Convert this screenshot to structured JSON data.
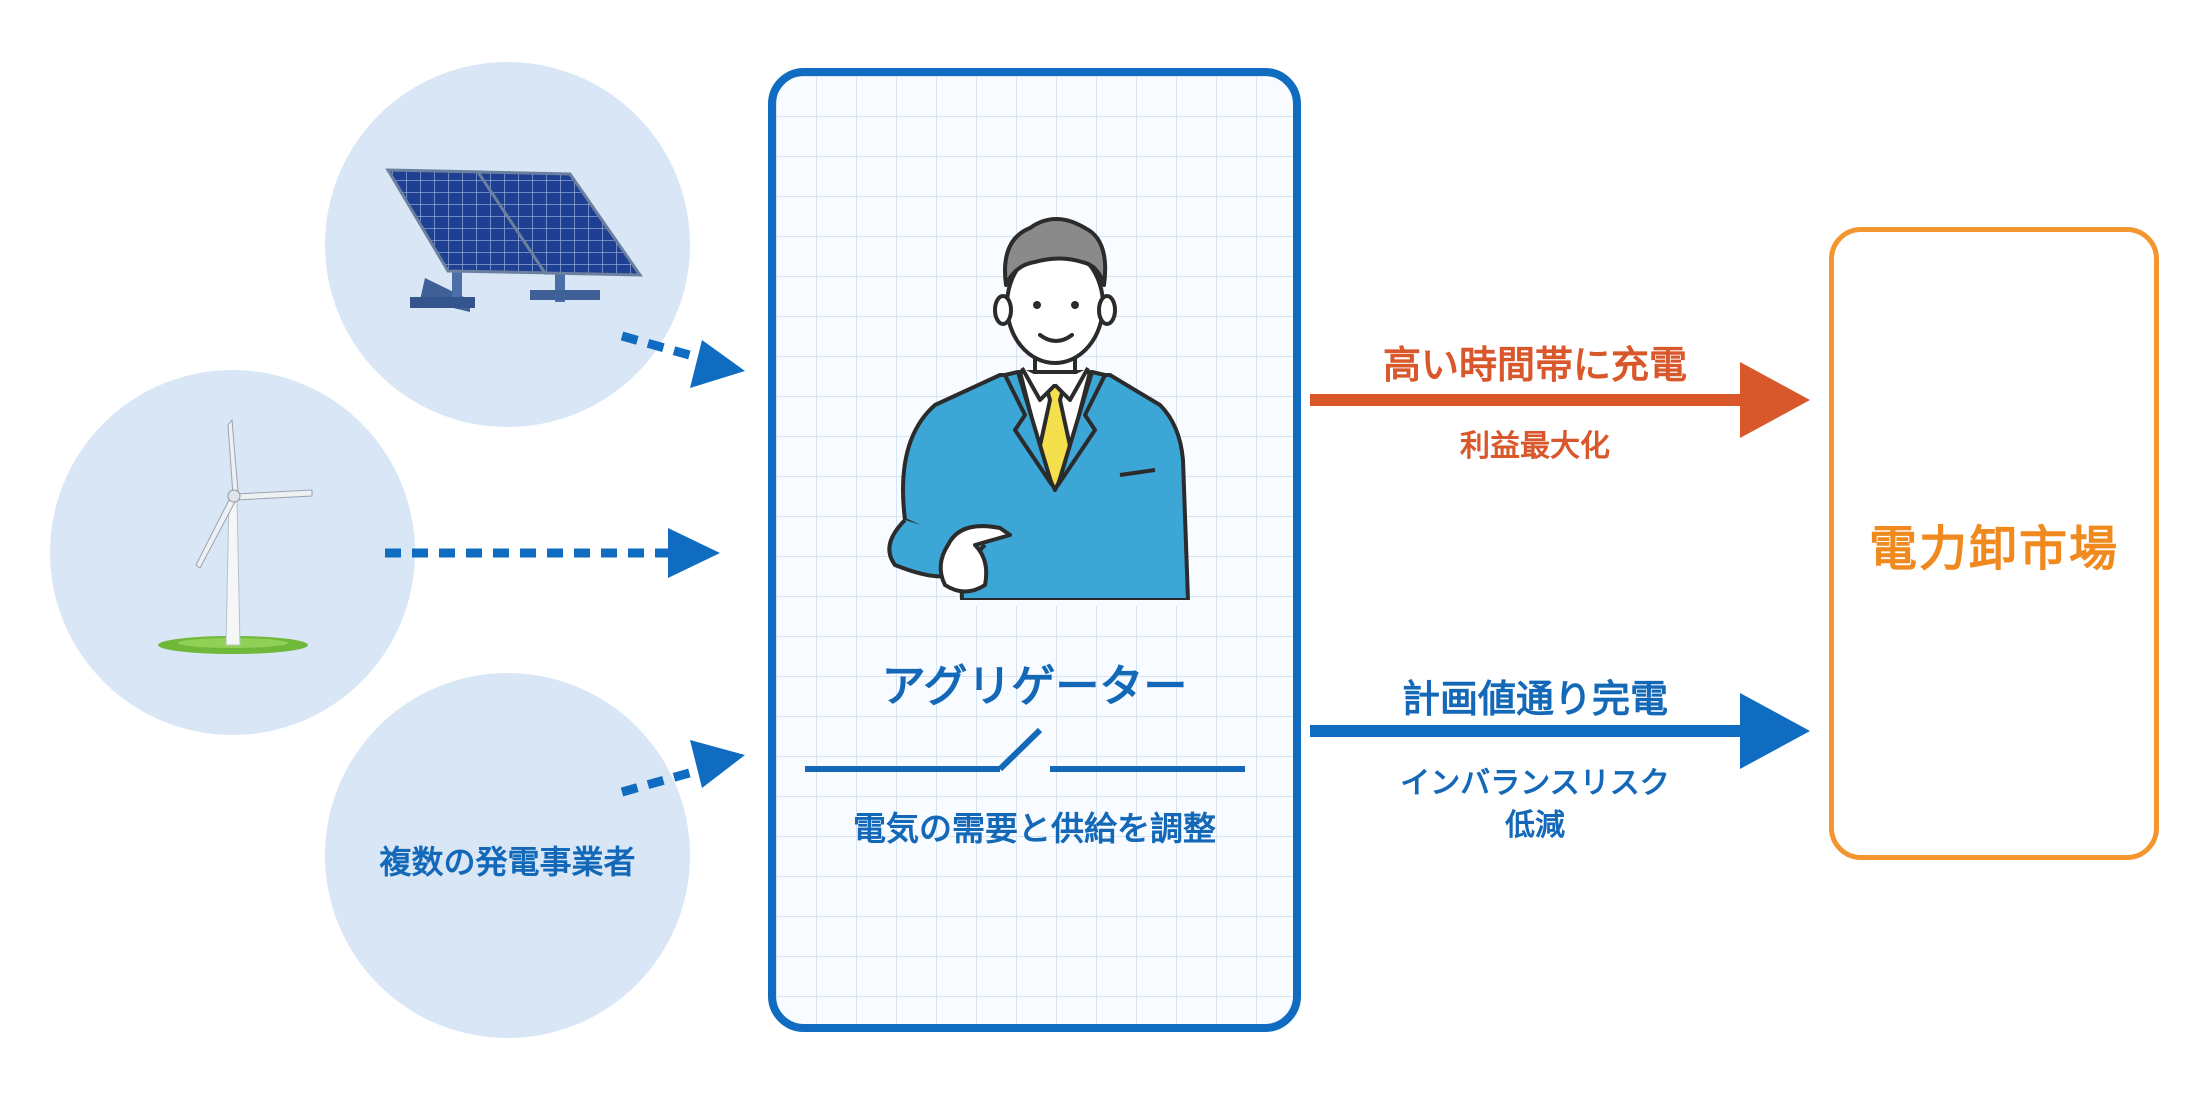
{
  "aggregator": {
    "title": "アグリゲーター",
    "subtitle": "電気の需要と供給を調整"
  },
  "generators": {
    "label": "複数の発電事業者",
    "icons": [
      "solar-panel-icon",
      "wind-turbine-icon"
    ]
  },
  "market": {
    "label": "電力卸市場"
  },
  "flows": {
    "upper": {
      "main": "高い時間帯に充電",
      "sub": "利益最大化",
      "color": "#d9582b"
    },
    "lower": {
      "main": "計画値通り完電",
      "sub_line1": "インバランスリスク",
      "sub_line2": "低減",
      "color": "#1468b8"
    }
  },
  "colors": {
    "primary_blue": "#0f6cc0",
    "accent_orange": "#f3962f",
    "accent_red": "#d9582b",
    "circle_fill": "#d8e6f6"
  }
}
